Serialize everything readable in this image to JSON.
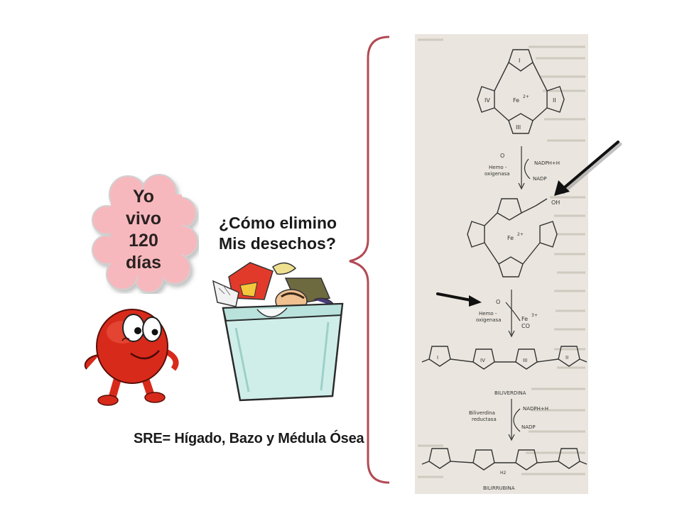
{
  "cloud": {
    "lines": [
      "Yo",
      "vivo",
      "120",
      "días"
    ]
  },
  "question": {
    "line1": "¿Cómo elimino",
    "line2": "Mis desechos?"
  },
  "caption": "SRE= Hígado, Bazo y Médula Ósea",
  "scan": {
    "ring_numerals": [
      "I",
      "II",
      "III",
      "IV"
    ],
    "o2_label": "O",
    "nadph_label": "NADPH+H",
    "nadp_label": "NADP",
    "enzyme_1_line1": "Hemo -",
    "enzyme_1_line2": "oxigenasa",
    "fe_label": "Fe",
    "fe_charge": "2+",
    "oh_label": "OH",
    "enzyme_2_line1": "Hemo -",
    "enzyme_2_line2": "oxigenasa",
    "fe3_label": "Fe",
    "fe3_charge": "3+",
    "co_label": "CO",
    "biliverdina_label": "BILIVERDINA",
    "enzyme_3_line1": "Biliverdina",
    "enzyme_3_line2": "reductasa",
    "bilirrubina_label": "BILIRRUBINA",
    "h2_label": "H2"
  },
  "colors": {
    "cloud_fill": "#f7b8bd",
    "cloud_stroke": "#c9c9c9",
    "brace": "#b24a55",
    "cell": "#d82a1b",
    "can": "#cfeeea",
    "scan_bg": "#eae6df"
  }
}
